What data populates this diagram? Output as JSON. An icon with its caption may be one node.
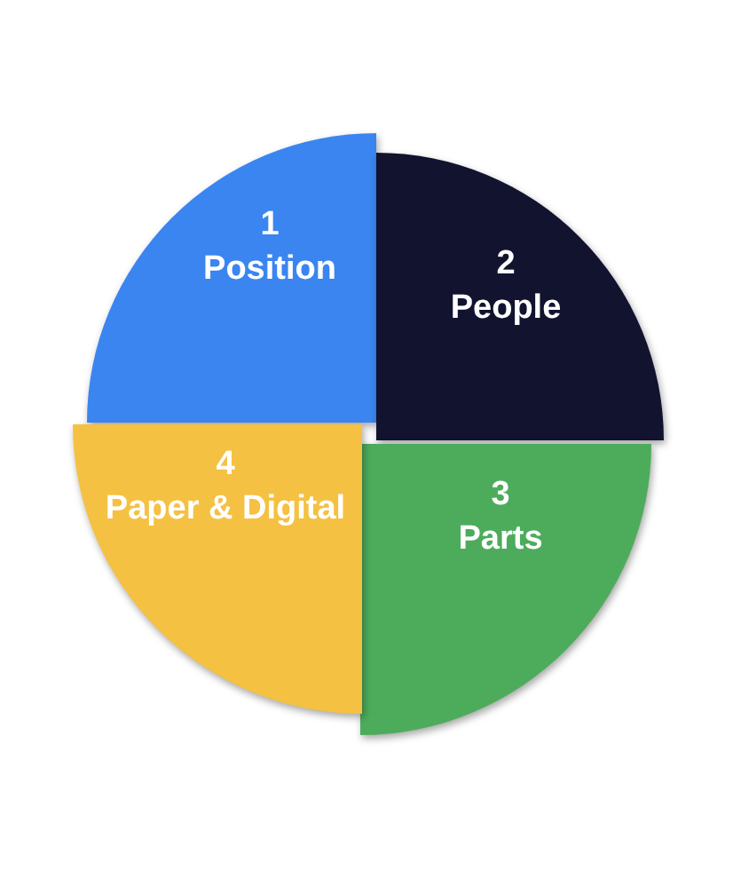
{
  "diagram": {
    "nodes": [
      {
        "text": [
          "1",
          "Position"
        ]
      },
      {
        "text": [
          "2",
          "People"
        ]
      },
      {
        "text": [
          "3",
          "Parts"
        ]
      },
      {
        "text": [
          "4",
          "Paper & Digital"
        ]
      }
    ]
  }
}
